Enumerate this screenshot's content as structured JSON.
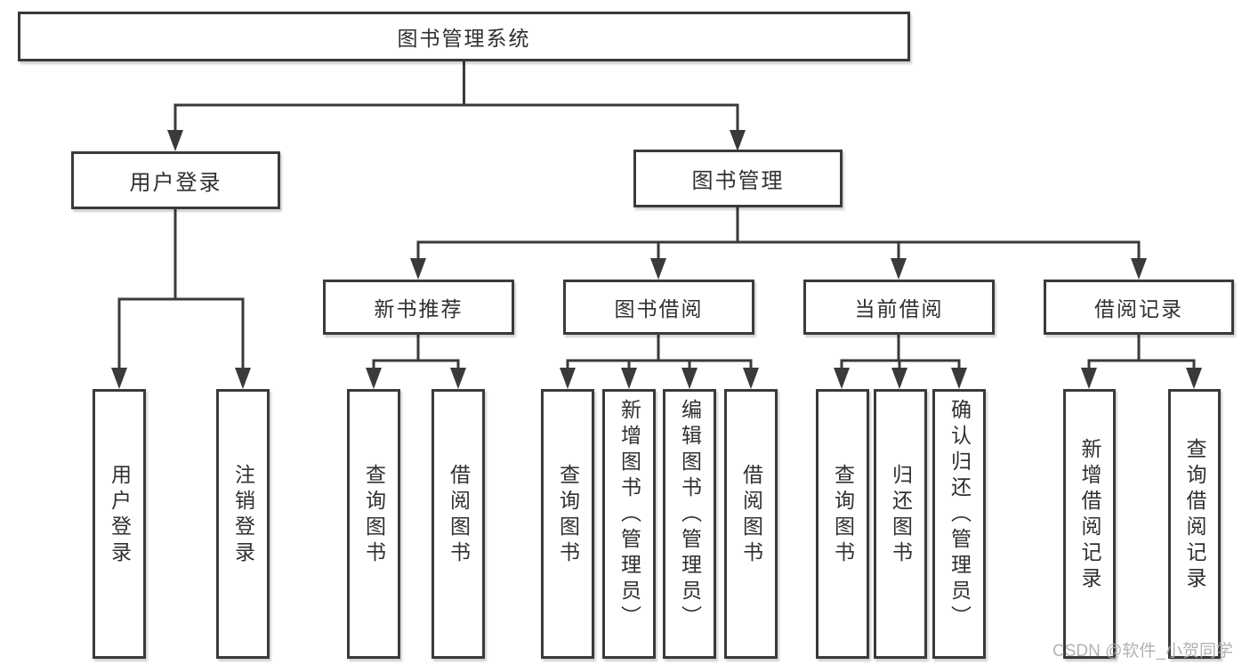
{
  "tree": {
    "root": {
      "label": "图书管理系统"
    },
    "branches": [
      {
        "label": "用户登录",
        "children": [
          {
            "label": "用户登录"
          },
          {
            "label": "注销登录"
          }
        ]
      },
      {
        "label": "图书管理",
        "children": [
          {
            "label": "新书推荐",
            "children": [
              {
                "label": "查询图书"
              },
              {
                "label": "借阅图书"
              }
            ]
          },
          {
            "label": "图书借阅",
            "children": [
              {
                "label": "查询图书"
              },
              {
                "label": "新增图书（管理员）"
              },
              {
                "label": "编辑图书（管理员）"
              },
              {
                "label": "借阅图书"
              }
            ]
          },
          {
            "label": "当前借阅",
            "children": [
              {
                "label": "查询图书"
              },
              {
                "label": "归还图书"
              },
              {
                "label": "确认归还（管理员）"
              }
            ]
          },
          {
            "label": "借阅记录",
            "children": [
              {
                "label": "新增借阅记录"
              },
              {
                "label": "查询借阅记录"
              }
            ]
          }
        ]
      }
    ]
  },
  "watermark": {
    "text": "CSDN @软件_小贺同学"
  },
  "colors": {
    "line": "#3a3a3a",
    "text": "#303030",
    "watermark": "#acacac",
    "background": "#ffffff"
  }
}
